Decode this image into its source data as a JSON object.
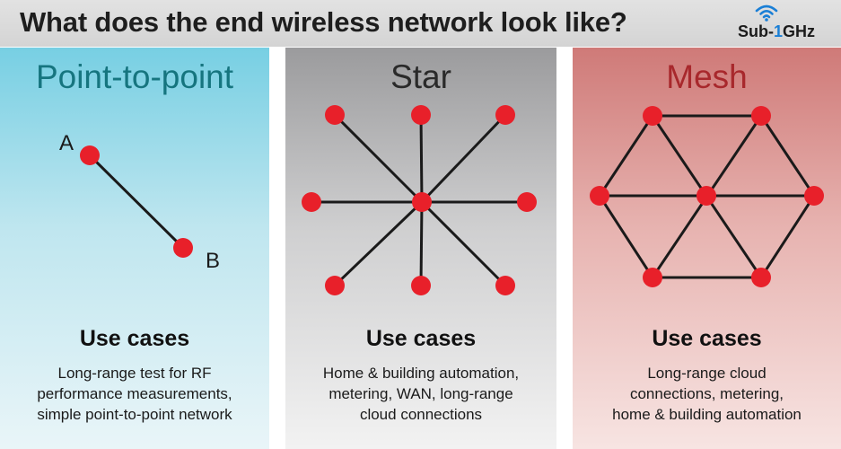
{
  "header": {
    "title": "What does the end wireless network look like?",
    "logo": {
      "prefix": "Sub-",
      "highlight": "1",
      "suffix": "GHz",
      "icon": "wifi-icon",
      "accent": "#1a7fd6"
    }
  },
  "colors": {
    "node": "#e8202a",
    "edge": "#1a1a1a"
  },
  "panels": {
    "p2p": {
      "title": "Point-to-point",
      "node_labels": [
        "A",
        "B"
      ],
      "use_cases_heading": "Use cases",
      "use_cases_lines": [
        "Long-range test for RF",
        "performance measurements,",
        "simple point-to-point network"
      ]
    },
    "star": {
      "title": "Star",
      "use_cases_heading": "Use cases",
      "use_cases_lines": [
        "Home & building automation,",
        "metering, WAN, long-range",
        "cloud connections"
      ]
    },
    "mesh": {
      "title": "Mesh",
      "use_cases_heading": "Use cases",
      "use_cases_lines": [
        "Long-range cloud",
        "connections, metering,",
        "home & building automation"
      ]
    }
  }
}
